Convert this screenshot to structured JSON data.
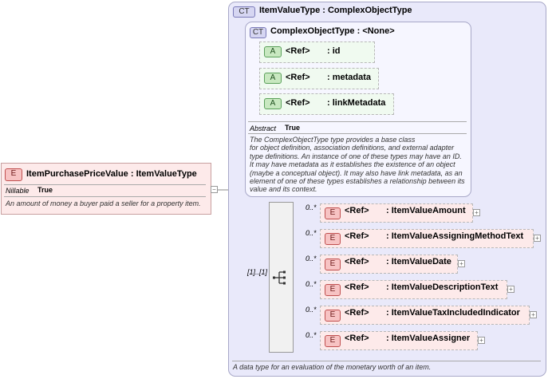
{
  "outer_type": {
    "badge": "CT",
    "title": "ItemValueType : ComplexObjectType",
    "footer": "A data type for an evaluation of the monetary worth of an item."
  },
  "base_type": {
    "badge": "CT",
    "title": "ComplexObjectType : <None>",
    "attributes": [
      {
        "badge": "A",
        "ref": "<Ref>",
        "name": ": id"
      },
      {
        "badge": "A",
        "ref": "<Ref>",
        "name": ": metadata"
      },
      {
        "badge": "A",
        "ref": "<Ref>",
        "name": ": linkMetadata"
      }
    ],
    "abstract_label": "Abstract",
    "abstract_value": "True",
    "description": [
      "The ComplexObjectType type provides a base class",
      "for object definition, association definitions, and external adapter",
      "type definitions. An instance of one of these types may have an ID.",
      "It may have metadata as it establishes the existence of an object",
      "(maybe a conceptual object). It may also have link metadata, as an",
      "element of one of these types establishes a relationship between its",
      "value and its context."
    ]
  },
  "root_element": {
    "badge": "E",
    "title": "ItemPurchasePriceValue : ItemValueType",
    "nillable_label": "Nillable",
    "nillable_value": "True",
    "description": "An amount of money a buyer paid a seller for a property item."
  },
  "sequence": {
    "cardinality": "[1]..[1]",
    "children": [
      {
        "badge": "E",
        "ref": "<Ref>",
        "name": ": ItemValueAmount",
        "occurs": "0..*"
      },
      {
        "badge": "E",
        "ref": "<Ref>",
        "name": ": ItemValueAssigningMethodText",
        "occurs": "0..*"
      },
      {
        "badge": "E",
        "ref": "<Ref>",
        "name": ": ItemValueDate",
        "occurs": "0..*"
      },
      {
        "badge": "E",
        "ref": "<Ref>",
        "name": ": ItemValueDescriptionText",
        "occurs": "0..*"
      },
      {
        "badge": "E",
        "ref": "<Ref>",
        "name": ": ItemValueTaxIncludedIndicator",
        "occurs": "0..*"
      },
      {
        "badge": "E",
        "ref": "<Ref>",
        "name": ": ItemValueAssigner",
        "occurs": "0..*"
      }
    ]
  },
  "colors": {
    "outer_fill": "#e9e9fa",
    "base_fill": "#f6f6ff",
    "element_fill": "#fdeaea",
    "attr_fill": "#f0faf0"
  }
}
